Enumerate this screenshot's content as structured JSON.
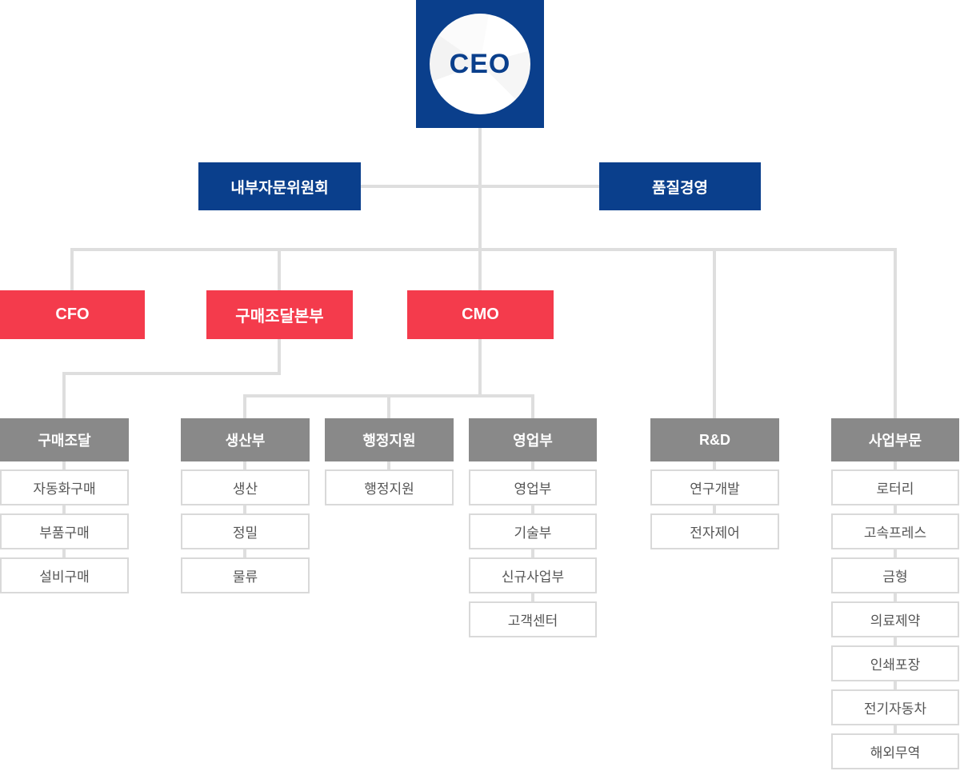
{
  "org_chart": {
    "title": "organization-chart",
    "ceo": {
      "label": "CEO"
    },
    "staff": [
      {
        "id": "internal-advisory-committee",
        "label": "내부자문위원회"
      },
      {
        "id": "quality-management",
        "label": "품질경영"
      }
    ],
    "executives": [
      {
        "id": "cfo",
        "label": "CFO"
      },
      {
        "id": "procurement-headquarters",
        "label": "구매조달본부"
      },
      {
        "id": "cmo",
        "label": "CMO"
      }
    ],
    "departments": [
      {
        "id": "procurement",
        "label": "구매조달",
        "children": [
          "자동화구매",
          "부품구매",
          "설비구매"
        ]
      },
      {
        "id": "production",
        "label": "생산부",
        "children": [
          "생산",
          "정밀",
          "물류"
        ]
      },
      {
        "id": "admin-support",
        "label": "행정지원",
        "children": [
          "행정지원"
        ]
      },
      {
        "id": "sales",
        "label": "영업부",
        "children": [
          "영업부",
          "기술부",
          "신규사업부",
          "고객센터"
        ]
      },
      {
        "id": "rnd",
        "label": "R&D",
        "children": [
          "연구개발",
          "전자제어"
        ]
      },
      {
        "id": "business-divisions",
        "label": "사업부문",
        "children": [
          "로터리",
          "고속프레스",
          "금형",
          "의료제약",
          "인쇄포장",
          "전기자동차",
          "해외무역"
        ]
      }
    ],
    "colors": {
      "primary_blue": "#0a3f8c",
      "accent_red": "#f43b4c",
      "dept_gray": "#898989",
      "line_gray": "#dedede",
      "child_text": "#555555",
      "child_border": "#d9d9d9"
    }
  }
}
